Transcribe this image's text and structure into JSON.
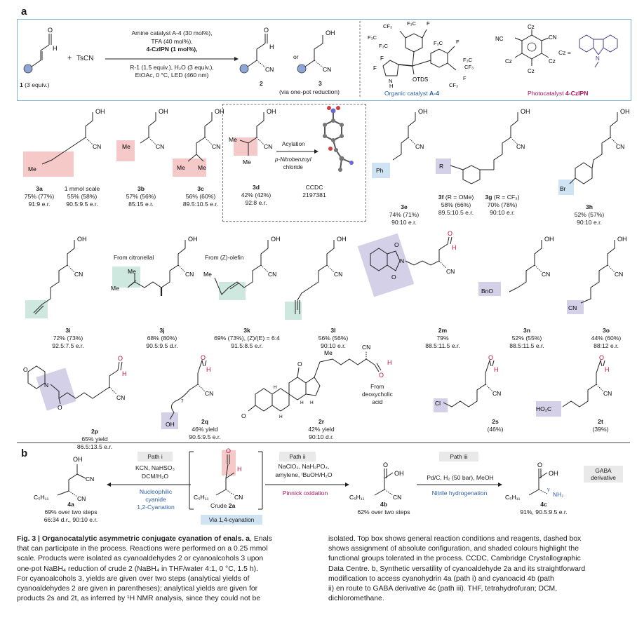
{
  "panels": {
    "a": "a",
    "b": "b"
  },
  "scheme": {
    "reactant_label": "1",
    "reactant_equiv": "(3 equiv.)",
    "plus": "+",
    "reagent": "TsCN",
    "conditions": [
      "Amine catalyst A-4 (30 mol%),",
      "TFA (40 mol%),",
      "4-CzIPN (1 mol%),",
      "R-1 (1.5 equiv.), H₂O (3 equiv.),",
      "EtOAc, 0 °C, LED (460 nm)"
    ],
    "product_2": "2",
    "or": "or",
    "product_3": "3",
    "product_3_note": "(via one-pot reduction)",
    "organocatalyst_caption_a": "Organic catalyst ",
    "organocatalyst_caption_b": "A-4",
    "photocatalyst_caption_a": "Photocatalyst ",
    "photocatalyst_caption_b": "4-CzIPN",
    "cz_label": "Cz ="
  },
  "substrates": {
    "c3a": {
      "num": "3a",
      "line1": "75% (77%)",
      "line2": "91:9 e.r."
    },
    "c3a_scale": {
      "title": "1 mmol scale",
      "line1": "55% (58%)",
      "line2": "90.5:9.5 e.r."
    },
    "c3b": {
      "num": "3b",
      "line1": "57% (56%)",
      "line2": "85:15 e.r."
    },
    "c3c": {
      "num": "3c",
      "line1": "56% (60%)",
      "line2": "89.5:10.5 e.r."
    },
    "c3d": {
      "num": "3d",
      "line1": "42% (42%)",
      "line2": "92:8 e.r."
    },
    "c3d_arrow_top": "Acylation",
    "c3d_arrow_bot1": "p-Nitrobenzoyl",
    "c3d_arrow_bot2": "chloride",
    "ccdc": "CCDC",
    "ccdc_num": "2197381",
    "c3e": {
      "num": "3e",
      "line1": "74% (71%)",
      "line2": "90:10 e.r."
    },
    "c3f": {
      "num": "3f",
      "sub": " (R = OMe)",
      "line1": "58% (66%)",
      "line2": "89.5:10.5 e.r."
    },
    "c3g": {
      "num": "3g",
      "sub": " (R = CF₃)",
      "line1": "70% (78%)",
      "line2": "90:10 e.r."
    },
    "c3h": {
      "num": "3h",
      "line1": "52% (57%)",
      "line2": "90:10 e.r."
    },
    "c3i": {
      "num": "3i",
      "line1": "72% (73%)",
      "line2": "92.5:7.5 e.r."
    },
    "c3j": {
      "num": "3j",
      "line1": "68% (80%)",
      "line2": "90.5:9.5 d.r.",
      "note": "From citronellal"
    },
    "c3k": {
      "num": "3k",
      "line1": "69% (73%), (Z)/(E) = 6:4",
      "line2": "91.5:8.5 e.r.",
      "note": "From (Z)-olefin"
    },
    "c3l": {
      "num": "3l",
      "line1": "56% (56%)",
      "line2": "90:10 e.r."
    },
    "c2m": {
      "num": "2m",
      "line1": "79%",
      "line2": "88.5:11.5 e.r."
    },
    "c3n": {
      "num": "3n",
      "line1": "52% (55%)",
      "line2": "88.5:11.5 e.r."
    },
    "c3o": {
      "num": "3o",
      "line1": "44% (60%)",
      "line2": "88:12 e.r."
    },
    "c2p": {
      "num": "2p",
      "line1": "65% yield",
      "line2": "86.5:13.5 e.r."
    },
    "c2q": {
      "num": "2q",
      "line1": "46% yield",
      "line2": "90.5:9.5 e.r."
    },
    "c2r": {
      "num": "2r",
      "line1": "42% yield",
      "line2": "90:10 d.r.",
      "note1": "From",
      "note2": "deoxycholic",
      "note3": "acid"
    },
    "c2s": {
      "num": "2s",
      "line1": "(46%)"
    },
    "c2t": {
      "num": "2t",
      "line1": "(39%)"
    }
  },
  "partb": {
    "path_i": "Path i",
    "path_ii": "Path ii",
    "path_iii": "Path iii",
    "cond_i": [
      "KCN, NaHSO₃",
      "DCM/H₂O"
    ],
    "cond_i_tag": [
      "Nucleophilic",
      "cyanide",
      "1,2-Cyanation"
    ],
    "cond_ii": [
      "NaClO₂, NaH₂PO₄,",
      "amylene, ᵗBuOH/H₂O"
    ],
    "cond_ii_tag": "Pinnick oxidation",
    "cond_iii": "Pd/C, H₂ (50 bar), MeOH",
    "cond_iii_tag": "Nitrile hydrogenation",
    "crude": "Crude ",
    "crude_num": "2a",
    "via": "Via 1,4-cyanation",
    "c4a": {
      "num": "4a",
      "line1": "69% over two steps",
      "line2": "66:34 d.r., 90:10 e.r."
    },
    "c4b": {
      "num": "4b",
      "line1": "62% over two steps"
    },
    "c4c": {
      "num": "4c",
      "line1": "91%, 90.5:9.5 e.r."
    },
    "gaba": [
      "GABA",
      "derivative"
    ]
  },
  "caption": {
    "left": [
      {
        "b": "Fig. 3 | Organocatalytic asymmetric conjugate cyanation of enals. a",
        "t": ", Enals"
      },
      {
        "t": "that can participate in the process. Reactions were performed on a 0.25 mmol"
      },
      {
        "t": "scale. Products were isolated as cyanoaldehydes 2 or cyanoalcohols 3 upon"
      },
      {
        "t": "one-pot NaBH₄ reduction of crude 2 (NaBH₄ in THF/water 4:1, 0 °C, 1.5 h)."
      },
      {
        "t": "For cyanoalcohols 3, yields are given over two steps (analytical yields of"
      },
      {
        "t": "cyanoaldehydes 2 are given in parentheses); analytical yields are given for"
      },
      {
        "t": "products 2s and 2t, as inferred by ¹H NMR analysis, since they could not be"
      }
    ],
    "right": [
      {
        "t": "isolated. Top box shows general reaction conditions and reagents, dashed box"
      },
      {
        "t": "shows assignment of absolute configuration, and shaded colours highlight the"
      },
      {
        "t": "functional groups tolerated in the process. CCDC, Cambridge Crystallographic"
      },
      {
        "t": "Data Centre. b, Synthetic versatility of cyanoaldehyde 2a and its straightforward"
      },
      {
        "t": "modification to access cyanohydrin 4a (path i) and cyanoacid 4b (path"
      },
      {
        "t": "ii) en route to GABA derivative 4c (path iii). THF, tetrahydrofuran; DCM,"
      },
      {
        "t": "dichloromethane."
      }
    ]
  },
  "colors": {
    "blue_highlight": "#cfe3f3",
    "red_highlight": "#f6c9c9",
    "purple_highlight": "#d4d0e8",
    "green_highlight": "#cfe8df",
    "aldehyde_red": "#c0103c",
    "text_blue": "#2c5fa0",
    "text_magenta": "#a8145a"
  }
}
